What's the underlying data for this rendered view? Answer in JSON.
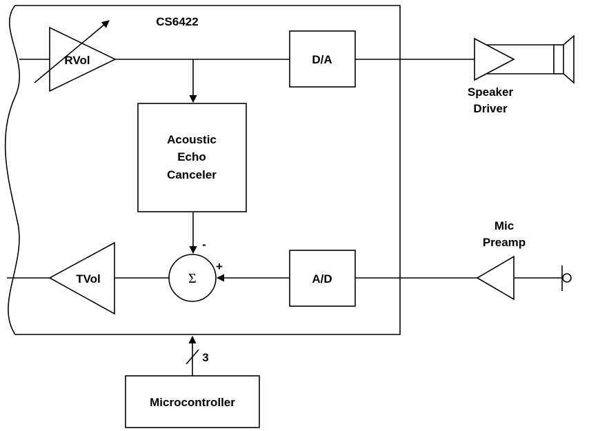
{
  "diagram": {
    "chip_title": "CS6422",
    "blocks": {
      "rvol": "RVol",
      "tvol": "TVol",
      "da": "D/A",
      "ad": "A/D",
      "aec_line1": "Acoustic",
      "aec_line2": "Echo",
      "aec_line3": "Canceler",
      "microcontroller": "Microcontroller"
    },
    "summer": {
      "symbol": "Σ",
      "minus": "-",
      "plus": "+"
    },
    "bus_width": "3",
    "external": {
      "speaker_line1": "Speaker",
      "speaker_line2": "Driver",
      "mic_line1": "Mic",
      "mic_line2": "Preamp"
    }
  }
}
